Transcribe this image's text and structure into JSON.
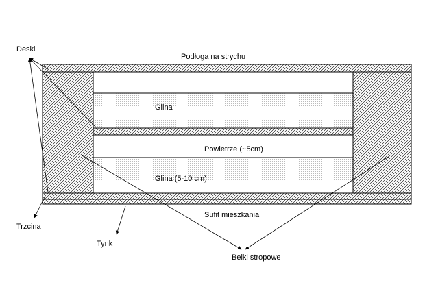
{
  "diagram": {
    "labels": {
      "deski": "Deski",
      "podloga": "Podłoga na strychu",
      "glina_top": "Glina",
      "powietrze": "Powietrze (~5cm)",
      "glina_bottom": "Glina (5-10 cm)",
      "sufit": "Sufit mieszkania",
      "trzcina": "Trzcina",
      "tynk": "Tynk",
      "belki": "Belki stropowe"
    },
    "colors": {
      "line": "#000000",
      "background": "#ffffff",
      "hatch": "#000000",
      "dots": "#777777"
    }
  }
}
